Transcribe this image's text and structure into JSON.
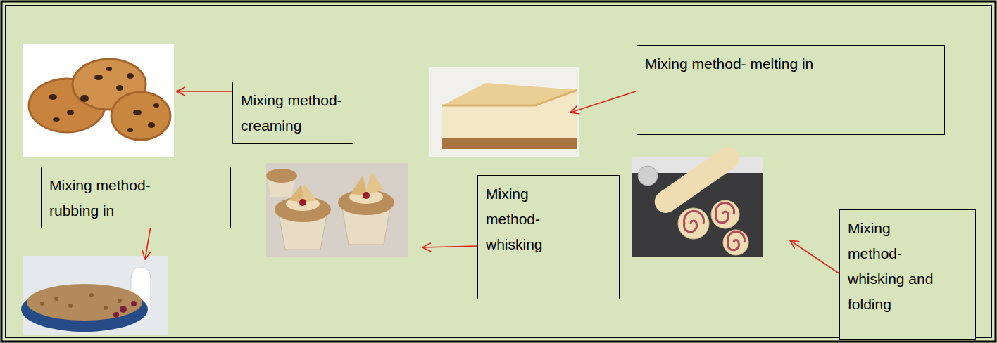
{
  "diagram": {
    "nodes": [
      {
        "text": [
          "Mixing method- creaming"
        ]
      },
      {
        "text": [
          "Mixing method- melting in"
        ]
      },
      {
        "text": [
          "Mixing method- rubbing in"
        ]
      },
      {
        "text": [
          "Mixing method- whisking"
        ]
      },
      {
        "text": [
          "Mixing method- whisking and folding"
        ]
      }
    ]
  }
}
